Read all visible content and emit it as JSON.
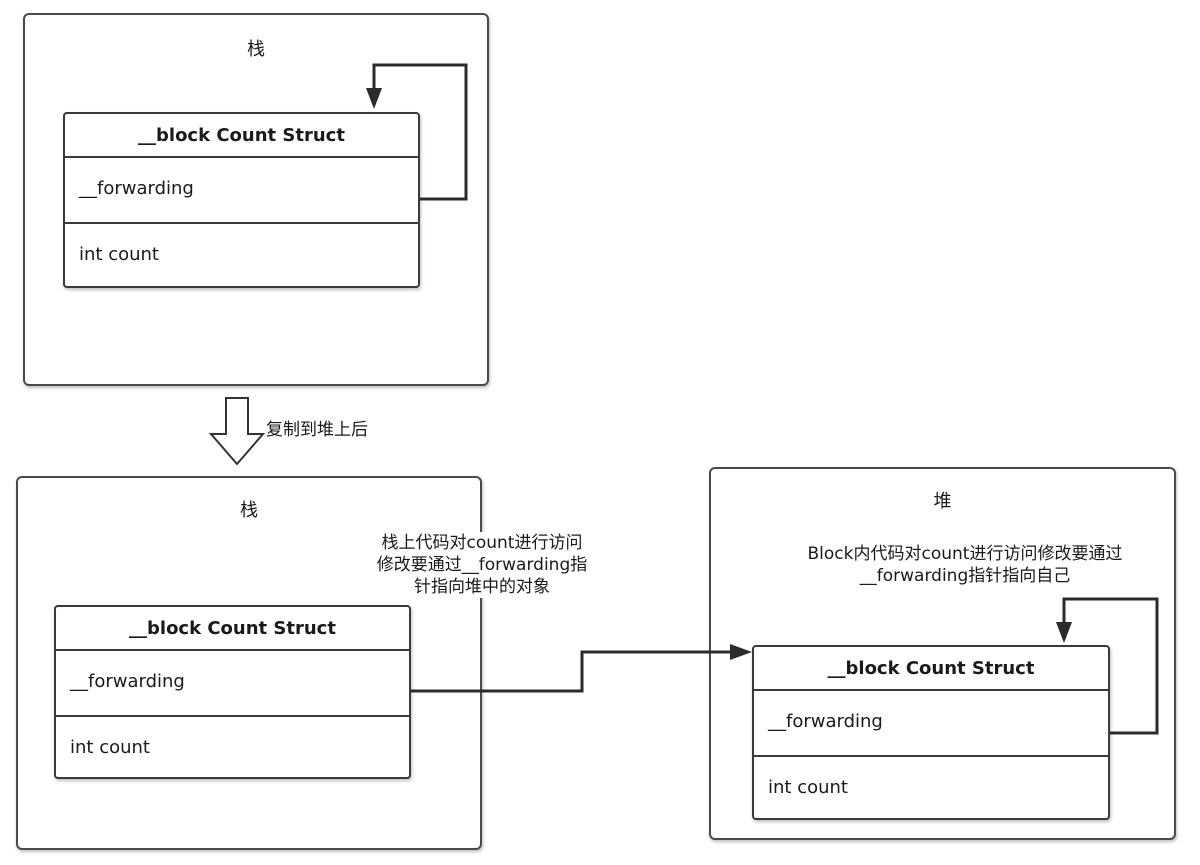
{
  "stack_top": {
    "title": "栈",
    "struct": {
      "header": "__block Count Struct",
      "forwarding": "__forwarding",
      "count": "int count"
    }
  },
  "copy_arrow": {
    "label": "复制到堆上后"
  },
  "stack_bottom": {
    "title": "栈",
    "note": "栈上代码对count进行访问\n修改要通过__forwarding指\n针指向堆中的对象",
    "struct": {
      "header": "__block Count Struct",
      "forwarding": "__forwarding",
      "count": "int count"
    }
  },
  "heap": {
    "title": "堆",
    "note": "Block内代码对count进行访问修改要通过\n__forwarding指针指向自己",
    "struct": {
      "header": "__block Count Struct",
      "forwarding": "__forwarding",
      "count": "int count"
    }
  }
}
